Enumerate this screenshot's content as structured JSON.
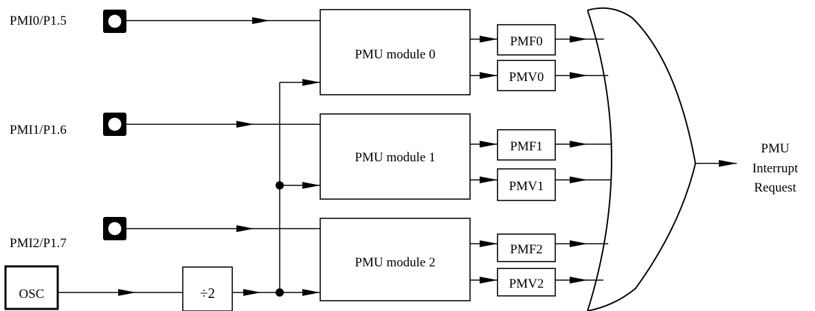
{
  "inputs": {
    "pmi0": "PMI0/P1.5",
    "pmi1": "PMI1/P1.6",
    "pmi2": "PMI2/P1.7"
  },
  "osc": "OSC",
  "divider": "÷2",
  "modules": {
    "m0": "PMU module 0",
    "m1": "PMU module 1",
    "m2": "PMU module 2"
  },
  "flags": {
    "pmf0": "PMF0",
    "pmv0": "PMV0",
    "pmf1": "PMF1",
    "pmv1": "PMV1",
    "pmf2": "PMF2",
    "pmv2": "PMV2"
  },
  "output": {
    "line1": "PMU",
    "line2": "Interrupt",
    "line3": "Request"
  }
}
